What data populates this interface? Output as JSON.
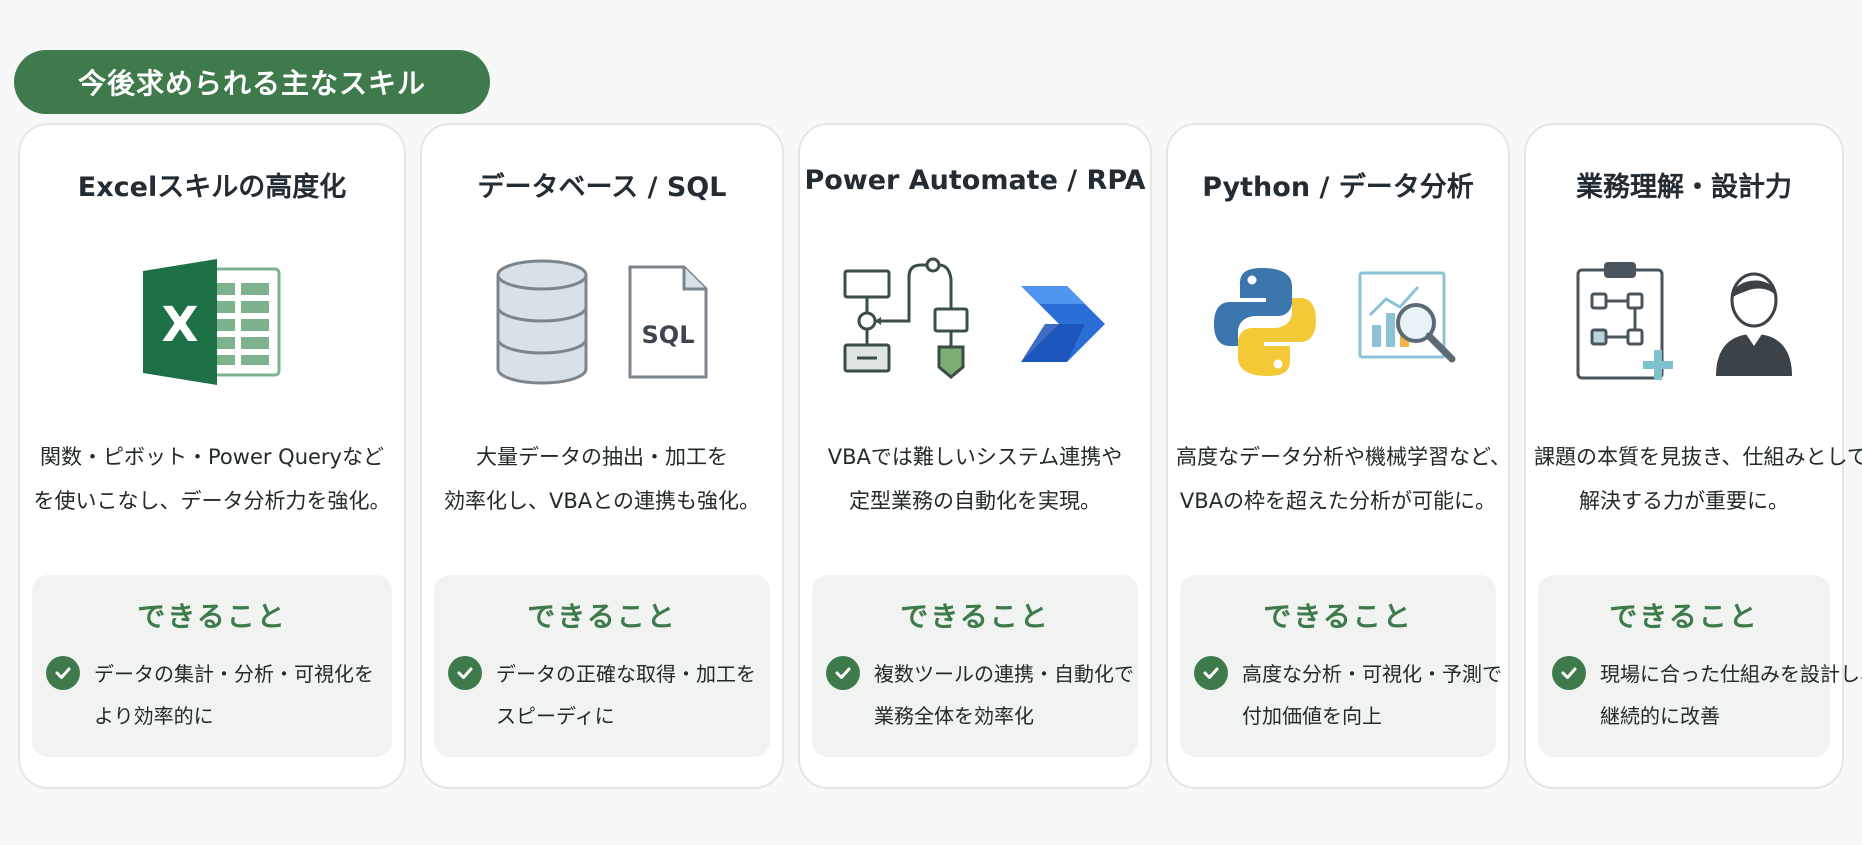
{
  "header": {
    "title": "今後求められる主なスキル"
  },
  "colors": {
    "accent": "#3e7a4c",
    "box_bg": "#f0f3ef"
  },
  "cards": [
    {
      "title": "Excelスキルの高度化",
      "icons": [
        "excel-icon"
      ],
      "desc_line1": "関数・ピボット・Power Queryなど",
      "desc_line2": "を使いこなし、データ分析力を強化。",
      "can_title": "できること",
      "can_line1": "データの集計・分析・可視化を",
      "can_line2": "より効率的に"
    },
    {
      "title": "データベース / SQL",
      "icons": [
        "database-icon",
        "sql-file-icon"
      ],
      "sql_label": "SQL",
      "desc_line1": "大量データの抽出・加工を",
      "desc_line2": "効率化し、VBAとの連携も強化。",
      "can_title": "できること",
      "can_line1": "データの正確な取得・加工を",
      "can_line2": "スピーディに"
    },
    {
      "title": "Power Automate / RPA",
      "icons": [
        "flowchart-icon",
        "power-automate-icon"
      ],
      "desc_line1": "VBAでは難しいシステム連携や",
      "desc_line2": "定型業務の自動化を実現。",
      "can_title": "できること",
      "can_line1": "複数ツールの連携・自動化で",
      "can_line2": "業務全体を効率化"
    },
    {
      "title": "Python / データ分析",
      "icons": [
        "python-icon",
        "chart-magnifier-icon"
      ],
      "desc_line1": "高度なデータ分析や機械学習など、",
      "desc_line2": "VBAの枠を超えた分析が可能に。",
      "can_title": "できること",
      "can_line1": "高度な分析・可視化・予測で",
      "can_line2": "付加価値を向上"
    },
    {
      "title": "業務理解・設計力",
      "icons": [
        "clipboard-diagram-icon",
        "person-icon"
      ],
      "desc_line1": "課題の本質を見抜き、仕組みとして",
      "desc_line2": "解決する力が重要に。",
      "can_title": "できること",
      "can_line1": "現場に合った仕組みを設計し、",
      "can_line2": "継続的に改善"
    }
  ]
}
